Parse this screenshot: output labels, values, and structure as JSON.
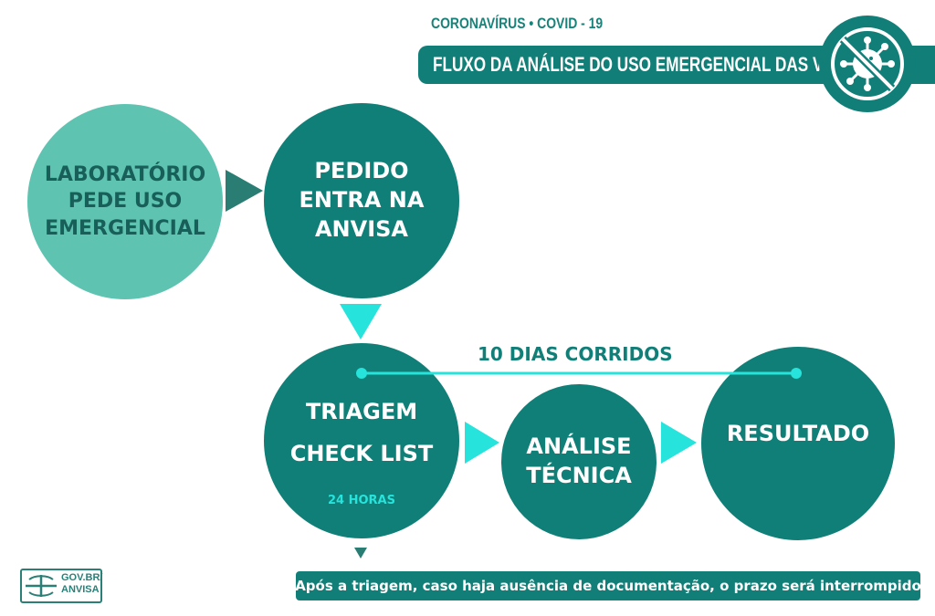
{
  "header": {
    "kicker": "CORONAVÍRUS • COVID - 19",
    "title": "FLUXO DA ANÁLISE DO USO EMERGENCIAL DAS VACINAS"
  },
  "flow": {
    "laboratorio": [
      "LABORATÓRIO",
      "PEDE USO",
      "EMERGENCIAL"
    ],
    "pedido": [
      "PEDIDO",
      "ENTRA NA",
      "ANVISA"
    ],
    "triagem": "TRIAGEM",
    "checklist": "CHECK LIST",
    "horas": "24 HORAS",
    "analise": [
      "ANÁLISE",
      "TÉCNICA"
    ],
    "resultado": "RESULTADO",
    "dias": "10 DIAS CORRIDOS"
  },
  "note": "Após a triagem, caso haja ausência de documentação, o prazo será interrompido",
  "logo": {
    "line1": "GOV.BR/",
    "line2": "ANVISA"
  },
  "colors": {
    "primary": "#0f7f77",
    "light": "#5ec4b1",
    "accent": "#26e3db",
    "arrow_dark": "#2a7d73"
  }
}
